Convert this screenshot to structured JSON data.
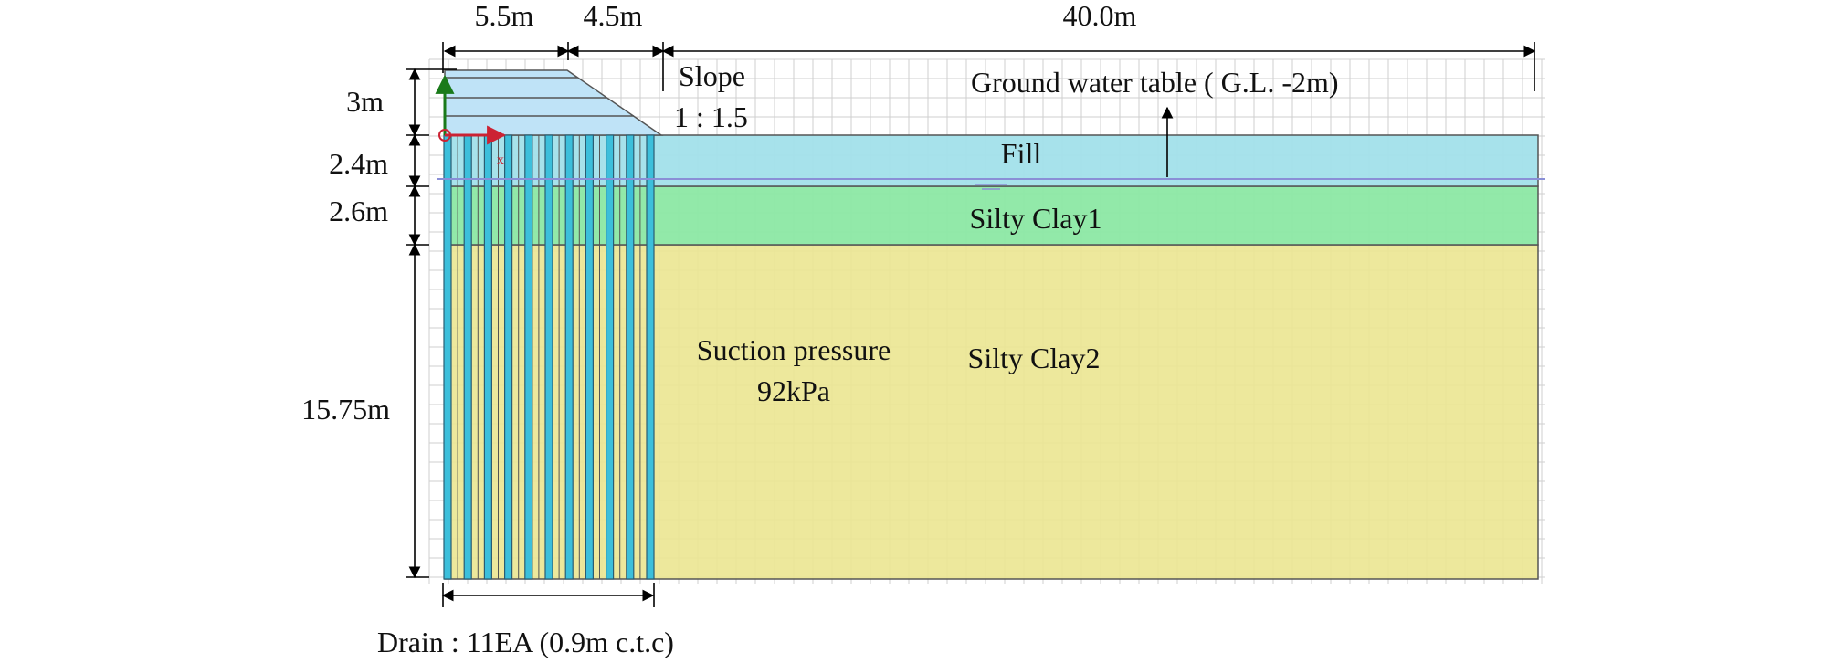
{
  "dimensions": {
    "top_width_1": "5.5m",
    "top_width_2": "4.5m",
    "top_width_3": "40.0m",
    "embankment_height": "3m",
    "fill_thickness": "2.4m",
    "clay1_thickness": "2.6m",
    "clay2_thickness": "15.75m"
  },
  "labels": {
    "slope_title": "Slope",
    "slope_ratio": "1 : 1.5",
    "ground_water_table": "Ground water table ( G.L. -2m)",
    "layer_fill": "Fill",
    "layer_silty_clay1": "Silty Clay1",
    "layer_silty_clay2": "Silty Clay2",
    "suction_line1": "Suction pressure",
    "suction_line2": "92kPa",
    "drain_caption": "Drain : 11EA (0.9m c.t.c)"
  },
  "drains": {
    "count": 11
  },
  "colors": {
    "embankment": "#bfe3f7",
    "fill_layer": "#a2e0ea",
    "silty_clay1": "#8ce8a4",
    "silty_clay2": "#ece694",
    "drain": "#3cbfdb",
    "water_line": "#8a8fd6",
    "axis_y": "#1a7a1a",
    "axis_x": "#cc2233"
  }
}
